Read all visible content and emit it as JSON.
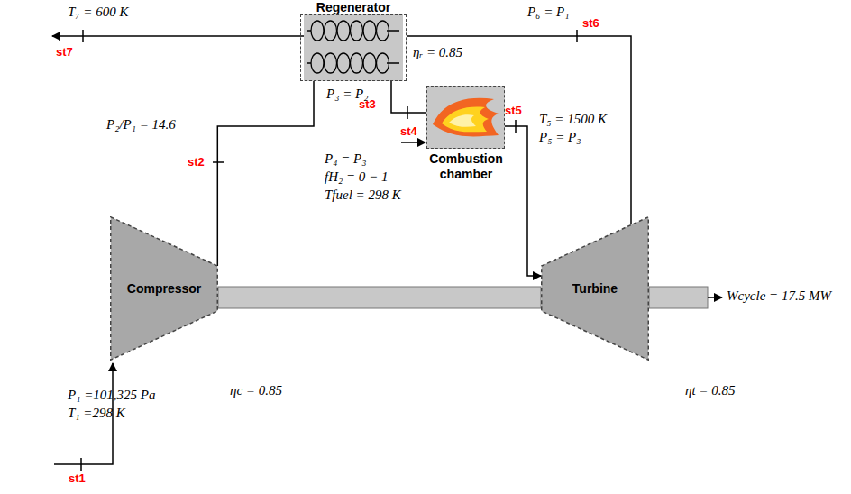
{
  "diagram": {
    "nodes": [
      {
        "text": [
          "Regenerator"
        ]
      },
      {
        "text": [
          "Combustion chamber"
        ]
      },
      {
        "text": [
          "Compressor"
        ]
      },
      {
        "text": [
          "Turbine"
        ]
      }
    ],
    "edges": [
      {
        "from": 2,
        "to": 0,
        "arrow": "none"
      },
      {
        "from": 0,
        "to": 1,
        "arrow": "none"
      },
      {
        "from": 1,
        "to": 3,
        "arrow": "to"
      },
      {
        "from": 3,
        "to": 0,
        "arrow": "none"
      }
    ],
    "labels": [
      "T₇ = 600 K",
      "st7",
      "ηᵣ = 0.85",
      "P₆ = P₁",
      "st6",
      "P₂/P₁ = 14.6",
      "st2",
      "P₃ = P₂",
      "st3",
      "st4",
      "P₄ = P₃",
      "fH₂ = 0 − 1",
      "Tfuel = 298 K",
      "st5",
      "T₅ = 1500 K",
      "P₅ = P₃",
      "Wcycle = 17.5 MW",
      "ηc = 0.85",
      "ηt = 0.85",
      "P₁ =101,325 Pa",
      "T₁ =298 K",
      "st1"
    ]
  }
}
